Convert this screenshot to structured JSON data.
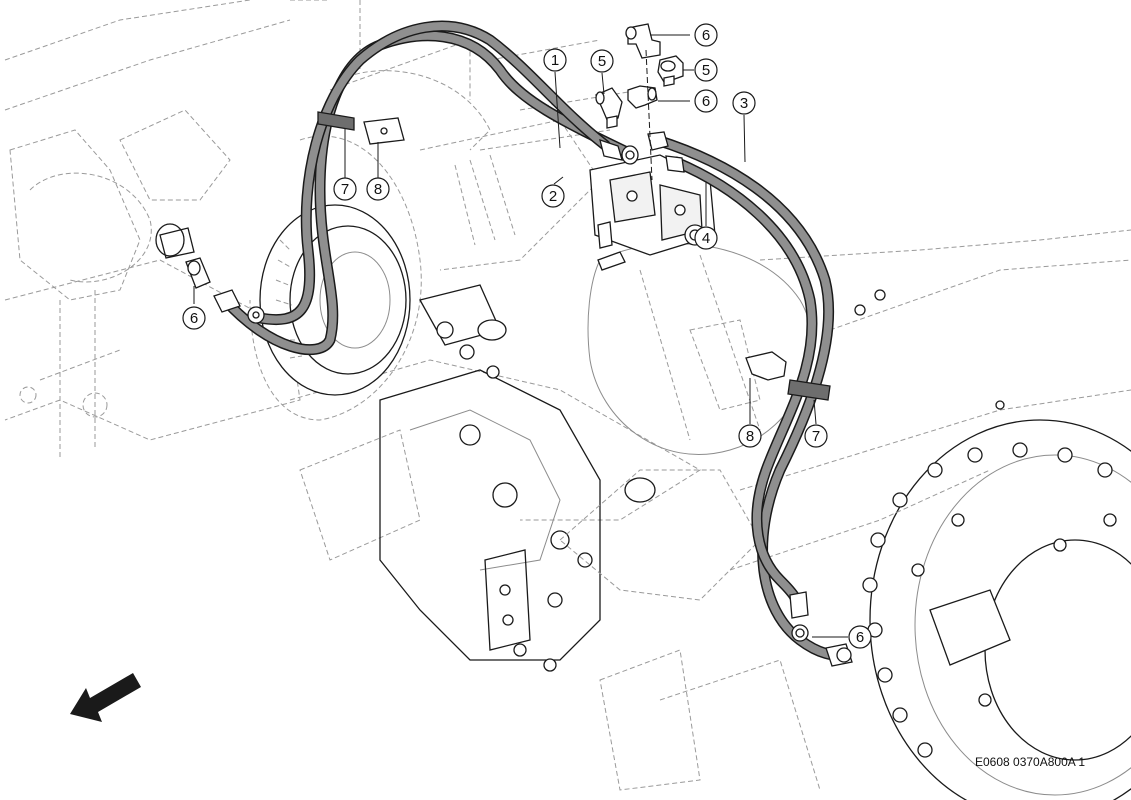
{
  "diagram": {
    "reference_code": "E0608 0370A800A 1",
    "direction_arrow": "arrow-icon",
    "callouts": [
      {
        "id": "callout-1",
        "label": "1"
      },
      {
        "id": "callout-2",
        "label": "2"
      },
      {
        "id": "callout-3",
        "label": "3"
      },
      {
        "id": "callout-4",
        "label": "4"
      },
      {
        "id": "callout-5a",
        "label": "5"
      },
      {
        "id": "callout-5b",
        "label": "5"
      },
      {
        "id": "callout-6a",
        "label": "6"
      },
      {
        "id": "callout-6b",
        "label": "6"
      },
      {
        "id": "callout-6c",
        "label": "6"
      },
      {
        "id": "callout-6d",
        "label": "6"
      },
      {
        "id": "callout-7a",
        "label": "7"
      },
      {
        "id": "callout-7b",
        "label": "7"
      },
      {
        "id": "callout-8a",
        "label": "8"
      },
      {
        "id": "callout-8b",
        "label": "8"
      }
    ]
  }
}
